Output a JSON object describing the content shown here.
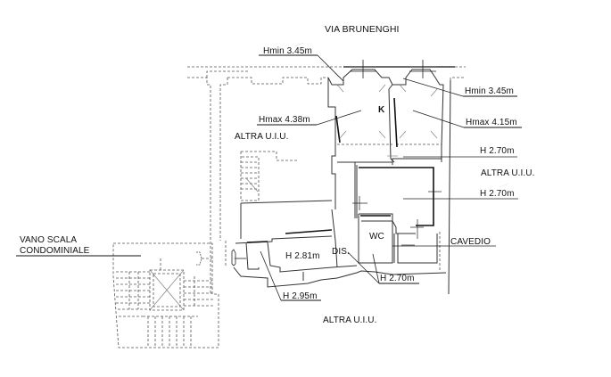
{
  "drawing": {
    "type": "floor-plan",
    "street": "VIA BRUNENGHI",
    "labels": {
      "street": "VIA BRUNENGHI",
      "hmin_left": "Hmin 3.45m",
      "hmin_right": "Hmin 3.45m",
      "hmax_left": "Hmax 4.38m",
      "hmax_right": "Hmax 4.15m",
      "kitchen": "K",
      "altra_left": "ALTRA U.I.U.",
      "altra_right": "ALTRA U.I.U.",
      "altra_bottom": "ALTRA U.I.U.",
      "h_270_a": "H 2.70m",
      "h_270_b": "H 2.70m",
      "h_270_c": "H 2.70m",
      "h_281": "H 2.81m",
      "h_295": "H 2.95m",
      "cavedio": "CAVEDIO",
      "wc": "WC",
      "dis": "DIS.",
      "vano_scala_line1": "VANO SCALA",
      "vano_scala_line2": "CONDOMINIALE"
    },
    "rooms": [
      {
        "name": "K",
        "height_min": "3.45m",
        "height_max": "4.38m"
      },
      {
        "name": "room-right-front",
        "height_min": "3.45m",
        "height_max": "4.15m"
      },
      {
        "name": "corridor-right",
        "height": "2.70m"
      },
      {
        "name": "room-right-middle",
        "height": "2.70m"
      },
      {
        "name": "entrance-hall",
        "height": "2.81m"
      },
      {
        "name": "entry",
        "height": "2.95m"
      },
      {
        "name": "WC",
        "height": "2.70m"
      },
      {
        "name": "DIS.",
        "height": ""
      }
    ],
    "colors": {
      "background": "#ffffff",
      "lines": "#222222"
    }
  }
}
